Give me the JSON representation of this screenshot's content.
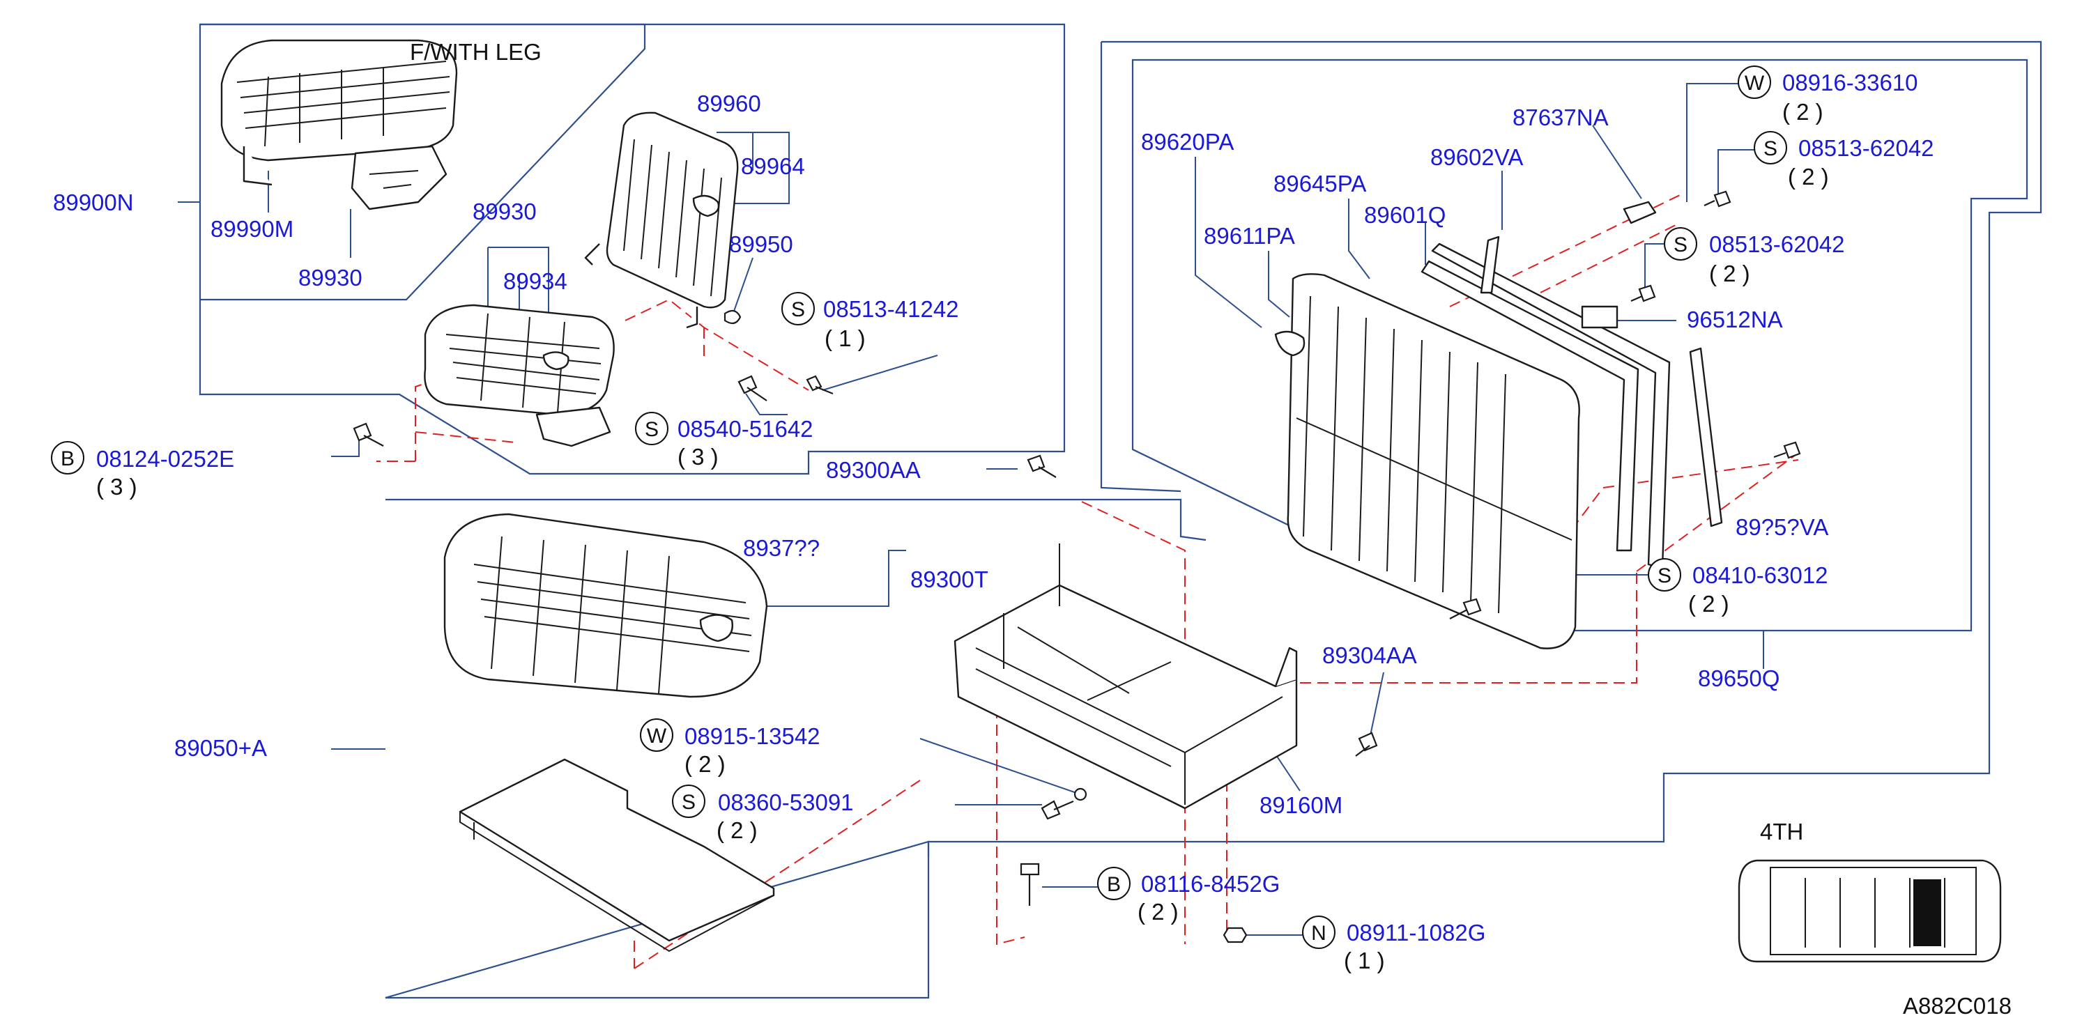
{
  "diagram": {
    "note_with_leg": "F/WITH   LEG",
    "drawing_code": "A882C018",
    "locator": {
      "label": "4TH"
    },
    "colors": {
      "label_text": "#1a1ad6",
      "frame_line": "#2d4f8e",
      "phantom_line": "#e02020",
      "part_line": "#1b1b1b"
    },
    "part_numbers": {
      "p89900N": "89900N",
      "p89990M": "89990M",
      "p89930_leg": "89930",
      "p89960": "89960",
      "p89964": "89964",
      "p89930": "89930",
      "p89934": "89934",
      "p89950": "89950",
      "p89300AA": "89300AA",
      "p89300T": "89300T",
      "p89300T_partial": "8937??",
      "p89050A": "89050+A",
      "p89304AA": "89304AA",
      "p89160M": "89160M",
      "p89620PA": "89620PA",
      "p89645PA": "89645PA",
      "p89602VA": "89602VA",
      "p87637NA": "87637NA",
      "p89611PA": "89611PA",
      "p89601Q": "89601Q",
      "p96512NA": "96512NA",
      "p89650Q": "89650Q",
      "p896_partial": "89?5?VA"
    },
    "callouts": {
      "c08513_41242": {
        "symbol": "S",
        "number": "08513-41242",
        "qty": "( 1 )"
      },
      "c08540_51642": {
        "symbol": "S",
        "number": "08540-51642",
        "qty": "( 3 )"
      },
      "c08124_0252E": {
        "symbol": "B",
        "number": "08124-0252E",
        "qty": "( 3 )"
      },
      "c08915_13542": {
        "symbol": "W",
        "number": "08915-13542",
        "qty": "( 2 )"
      },
      "c08360_53091": {
        "symbol": "S",
        "number": "08360-53091",
        "qty": "( 2 )"
      },
      "c08116_8452G": {
        "symbol": "B",
        "number": "08116-8452G",
        "qty": "( 2 )"
      },
      "c08911_1082G": {
        "symbol": "N",
        "number": "08911-1082G",
        "qty": "( 1 )"
      },
      "c08916_33610": {
        "symbol": "W",
        "number": "08916-33610",
        "qty": "( 2 )"
      },
      "c08513_62042a": {
        "symbol": "S",
        "number": "08513-62042",
        "qty": "( 2 )"
      },
      "c08513_62042b": {
        "symbol": "S",
        "number": "08513-62042",
        "qty": "( 2 )"
      },
      "c08410_63012": {
        "symbol": "S",
        "number": "08410-63012",
        "qty": "( 2 )"
      }
    }
  }
}
